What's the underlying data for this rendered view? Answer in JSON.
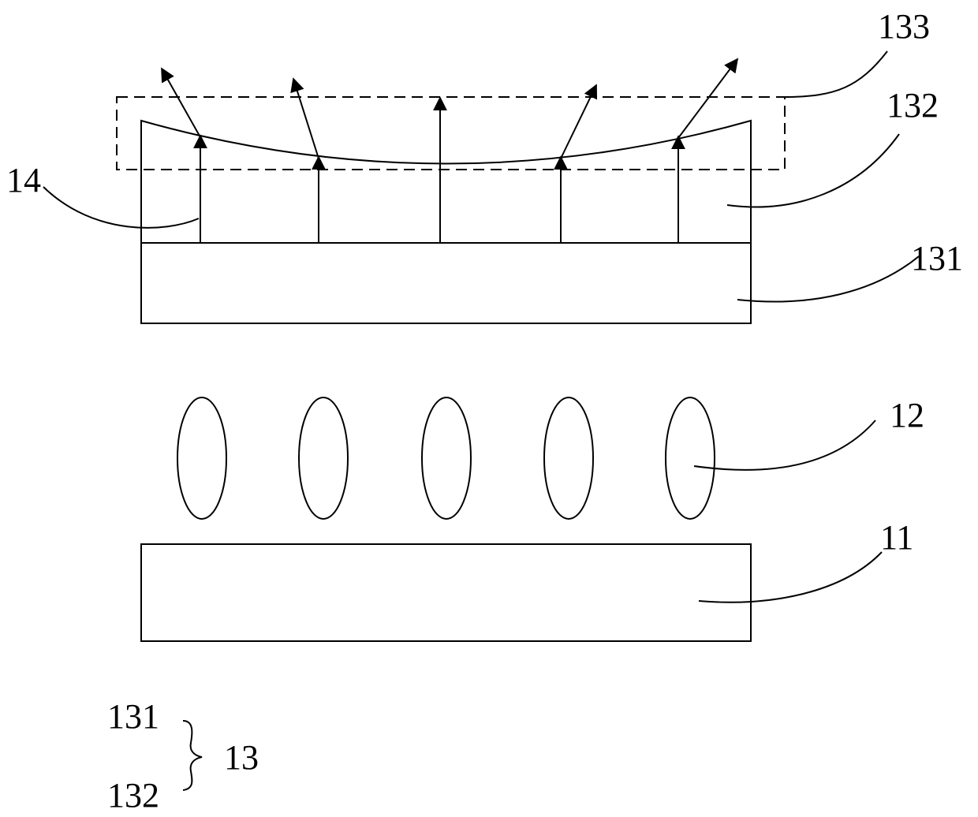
{
  "labels": {
    "l133": "133",
    "l132": "132",
    "l131": "131",
    "l14": "14",
    "l12": "12",
    "l11": "11",
    "legend_top": "131",
    "legend_bottom": "132",
    "legend_group": "13"
  },
  "colors": {
    "stroke": "#000000",
    "background": "#ffffff"
  }
}
